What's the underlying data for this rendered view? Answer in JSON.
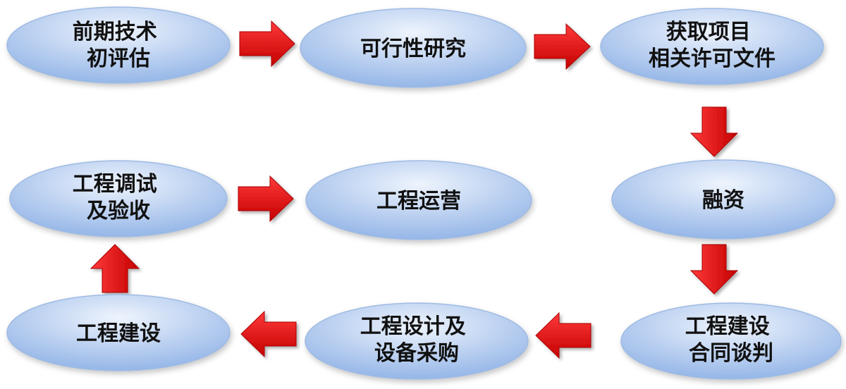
{
  "colors": {
    "node_fill_light": "#eef4fd",
    "node_fill_mid": "#b9cff0",
    "node_fill_dark": "#8fb2e6",
    "node_stroke": "#9fbbe3",
    "arrow_fill_light": "#ff2a2a",
    "arrow_fill_dark": "#c80000",
    "arrow_stroke": "#a80000"
  },
  "nodes": [
    {
      "id": "early-assessment",
      "lines": [
        "前期技术",
        "初评估"
      ]
    },
    {
      "id": "feasibility-study",
      "lines": [
        "可行性研究"
      ]
    },
    {
      "id": "permits",
      "lines": [
        "获取项目",
        "相关许可文件"
      ]
    },
    {
      "id": "financing",
      "lines": [
        "融资"
      ]
    },
    {
      "id": "contract-negotiation",
      "lines": [
        "工程建设",
        "合同谈判"
      ]
    },
    {
      "id": "design-procurement",
      "lines": [
        "工程设计及",
        "设备采购"
      ]
    },
    {
      "id": "construction",
      "lines": [
        "工程建设"
      ]
    },
    {
      "id": "commissioning",
      "lines": [
        "工程调试",
        "及验收"
      ]
    },
    {
      "id": "operation",
      "lines": [
        "工程运营"
      ]
    }
  ],
  "edges": [
    {
      "from": "early-assessment",
      "to": "feasibility-study",
      "direction": "right"
    },
    {
      "from": "feasibility-study",
      "to": "permits",
      "direction": "right"
    },
    {
      "from": "permits",
      "to": "financing",
      "direction": "down"
    },
    {
      "from": "financing",
      "to": "contract-negotiation",
      "direction": "down"
    },
    {
      "from": "contract-negotiation",
      "to": "design-procurement",
      "direction": "left"
    },
    {
      "from": "design-procurement",
      "to": "construction",
      "direction": "left"
    },
    {
      "from": "construction",
      "to": "commissioning",
      "direction": "up"
    },
    {
      "from": "commissioning",
      "to": "operation",
      "direction": "right"
    }
  ]
}
